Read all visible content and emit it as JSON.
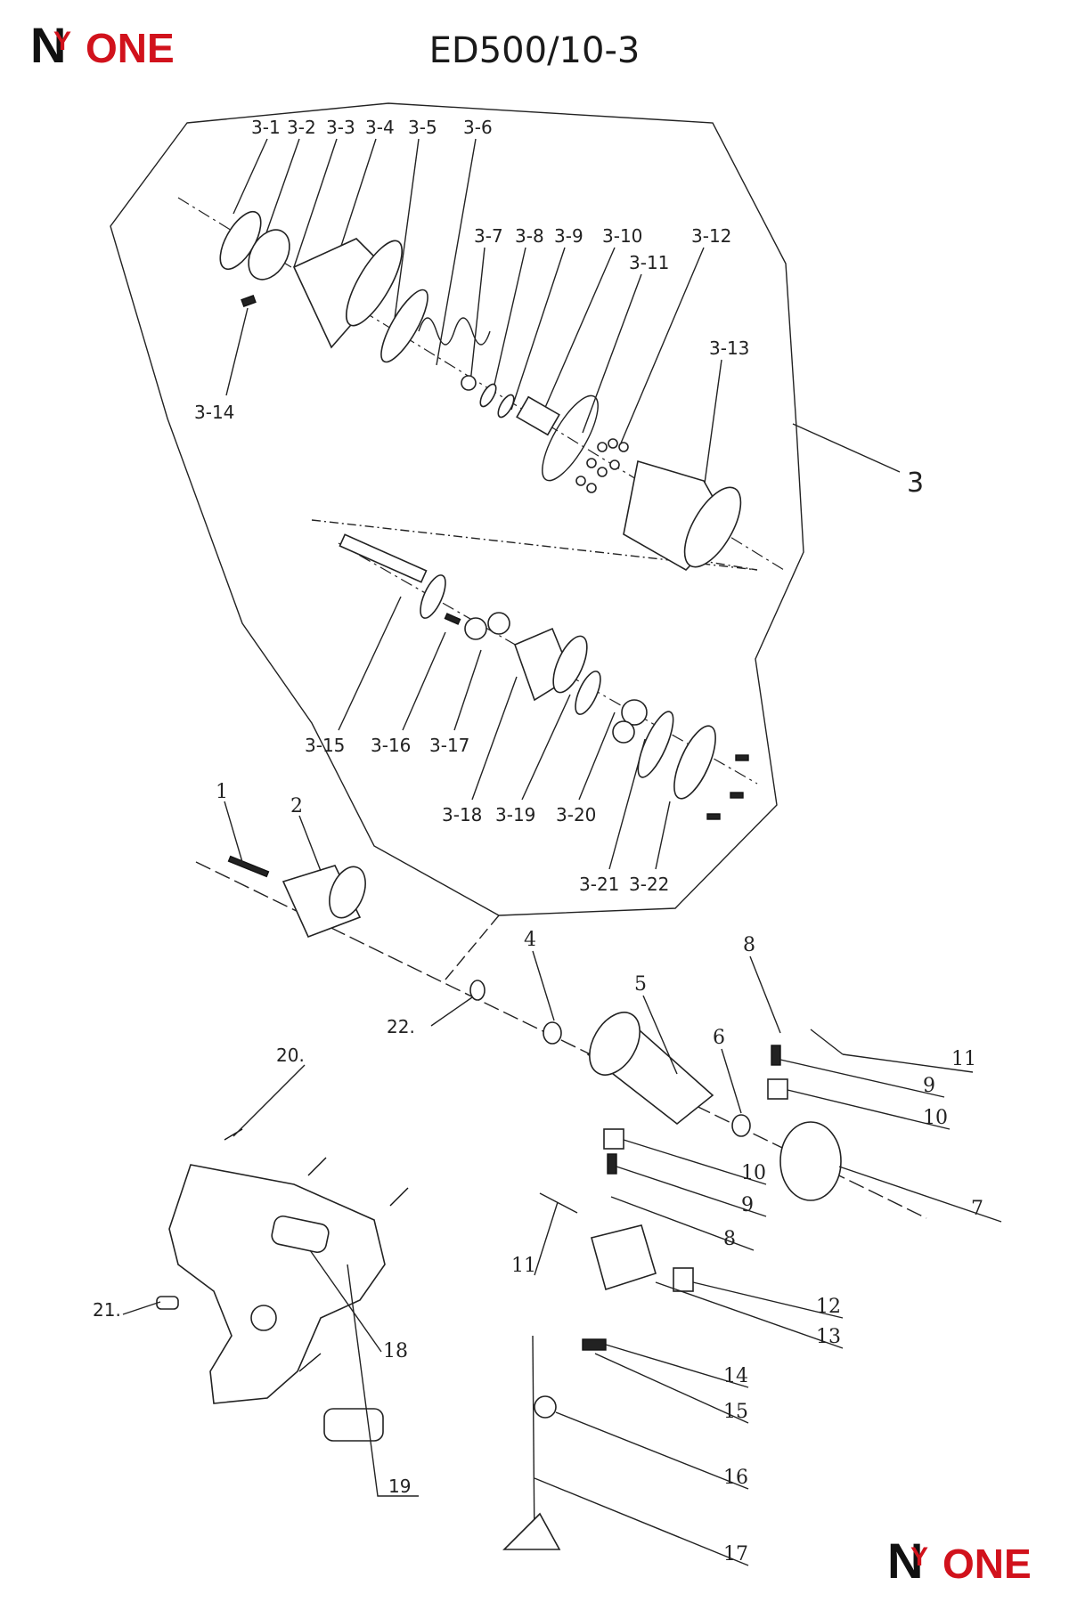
{
  "brand": {
    "mark": "N",
    "mark2": "Y",
    "word": "ONE",
    "red": "#d1121c",
    "black": "#111111"
  },
  "title": "ED500/10-3",
  "assembly_label": "3",
  "sub_labels": [
    "3-1",
    "3-2",
    "3-3",
    "3-4",
    "3-5",
    "3-6",
    "3-7",
    "3-8",
    "3-9",
    "3-10",
    "3-11",
    "3-12",
    "3-13",
    "3-14",
    "3-15",
    "3-16",
    "3-17",
    "3-18",
    "3-19",
    "3-20",
    "3-21",
    "3-22"
  ],
  "part_labels": {
    "p1": "1",
    "p2": "2",
    "p4": "4",
    "p5": "5",
    "p6": "6",
    "p7": "7",
    "p8a": "8",
    "p9a": "9",
    "p10a": "10",
    "p11a": "11",
    "p8b": "8",
    "p9b": "9",
    "p10b": "10",
    "p11b": "11",
    "p12": "12",
    "p13": "13",
    "p14": "14",
    "p15": "15",
    "p16": "16",
    "p17": "17",
    "p18": "18",
    "p19": "19",
    "p20": "20.",
    "p21": "21.",
    "p22": "22."
  }
}
